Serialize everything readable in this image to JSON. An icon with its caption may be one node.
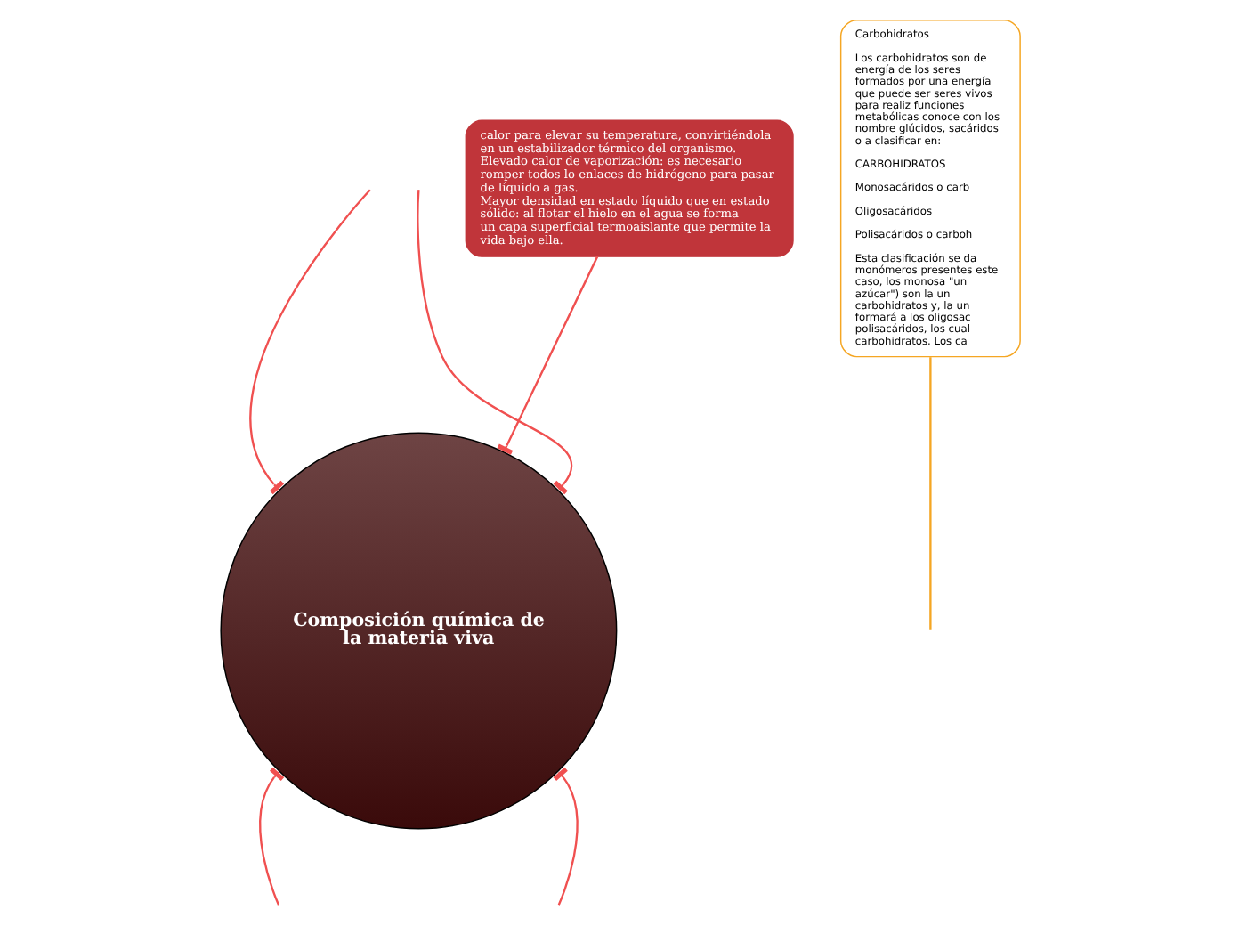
{
  "diagram": {
    "nodes": [
      {
        "text": [
          "Composición química de la materia viva"
        ]
      },
      {
        "text": [
          "calor para elevar su temperatura, convirtiéndola en un estabilizador térmico del organismo.",
          "Elevado calor de vaporización: es necesario romper todos lo enlaces de hidrógeno para pasar de líquido a gas.",
          "Mayor densidad en estado líquido que en estado sólido: al flotar el hielo en el agua se forma un capa superficial termoaislante que permite la vida bajo ella."
        ]
      },
      {
        "text": [
          "Carbohidratos",
          "Los carbohidratos son de energía de los seres formados por una energía que puede ser seres vivos para realiz funciones metabólicas conoce con los nombre glúcidos, sacáridos o a clasificar en:",
          "CARBOHIDRATOS",
          "Monosacáridos o carb",
          "Oligosacáridos",
          "Polisacáridos o carboh",
          "Esta clasificación se da monómeros presentes este caso, los monosa \"un azúcar\") son la un carbohidratos y, la un formará a los oligosac polisacáridos, los cual carbohidratos. Los ca"
        ]
      }
    ],
    "edges": [
      {
        "from": 0,
        "to": null,
        "arrow": "other"
      },
      {
        "from": 0,
        "to": null,
        "arrow": "other"
      },
      {
        "from": 0,
        "to": 1,
        "arrow": "other"
      },
      {
        "from": 0,
        "to": null,
        "arrow": "other"
      },
      {
        "from": 0,
        "to": null,
        "arrow": "other"
      },
      {
        "from": 2,
        "to": null,
        "arrow": "none",
        "color": "#f5a623"
      }
    ]
  }
}
